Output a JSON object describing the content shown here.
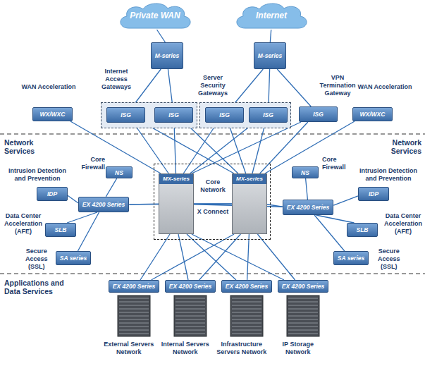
{
  "diagram": {
    "nodes": [
      {
        "text": [
          "Private WAN"
        ]
      },
      {
        "text": [
          "Internet"
        ]
      },
      {
        "text": [
          "M-series"
        ]
      },
      {
        "text": [
          "M-series"
        ]
      },
      {
        "text": [
          "WX/WXC",
          "WAN Acceleration"
        ]
      },
      {
        "text": [
          "Internet Access Gateways"
        ]
      },
      {
        "text": [
          "ISG"
        ],
        "in": 5
      },
      {
        "text": [
          "ISG"
        ],
        "in": 5
      },
      {
        "text": [
          "Server Security Gateways"
        ]
      },
      {
        "text": [
          "ISG"
        ],
        "in": 8
      },
      {
        "text": [
          "ISG"
        ],
        "in": 8
      },
      {
        "text": [
          "ISG",
          "VPN Termination Gateway"
        ]
      },
      {
        "text": [
          "WX/WXC",
          "WAN Acceleration"
        ]
      },
      {
        "text": [
          "NS",
          "Core Firewall"
        ]
      },
      {
        "text": [
          "IDP",
          "Intrusion Detection and Prevention"
        ]
      },
      {
        "text": [
          "EX 4200 Series"
        ]
      },
      {
        "text": [
          "SLB",
          "Data Center Acceleration (AFE)"
        ]
      },
      {
        "text": [
          "SA series",
          "Secure Access (SSL)"
        ]
      },
      {
        "text": [
          "Core Network"
        ]
      },
      {
        "text": [
          "MX-series"
        ],
        "in": 18
      },
      {
        "text": [
          "MX-series"
        ],
        "in": 18
      },
      {
        "text": [
          "NS",
          "Core Firewall"
        ]
      },
      {
        "text": [
          "IDP",
          "Intrusion Detection and Prevention"
        ]
      },
      {
        "text": [
          "EX 4200 Series"
        ]
      },
      {
        "text": [
          "SLB",
          "Data Center Acceleration (AFE)"
        ]
      },
      {
        "text": [
          "SA series",
          "Secure Access (SSL)"
        ]
      },
      {
        "text": [
          "EX 4200 Series",
          "External Servers Network"
        ]
      },
      {
        "text": [
          "EX 4200 Series",
          "Internal Servers Network"
        ]
      },
      {
        "text": [
          "EX 4200 Series",
          "Infrastructure Servers Network"
        ]
      },
      {
        "text": [
          "EX 4200 Series",
          "IP Storage Network"
        ]
      }
    ],
    "edges": [
      {
        "from": 0,
        "to": 2,
        "arrow": "none"
      },
      {
        "from": 1,
        "to": 3,
        "arrow": "none"
      },
      {
        "from": 2,
        "to": 6,
        "arrow": "none"
      },
      {
        "from": 2,
        "to": 7,
        "arrow": "none"
      },
      {
        "from": 3,
        "to": 9,
        "arrow": "none"
      },
      {
        "from": 3,
        "to": 10,
        "arrow": "none"
      },
      {
        "from": 3,
        "to": 11,
        "arrow": "none"
      },
      {
        "from": 6,
        "to": 19,
        "arrow": "none"
      },
      {
        "from": 6,
        "to": 20,
        "arrow": "none"
      },
      {
        "from": 7,
        "to": 19,
        "arrow": "none"
      },
      {
        "from": 7,
        "to": 20,
        "arrow": "none"
      },
      {
        "from": 9,
        "to": 19,
        "arrow": "none"
      },
      {
        "from": 9,
        "to": 20,
        "arrow": "none"
      },
      {
        "from": 10,
        "to": 19,
        "arrow": "none"
      },
      {
        "from": 10,
        "to": 20,
        "arrow": "none"
      },
      {
        "from": 11,
        "to": 19,
        "arrow": "none"
      },
      {
        "from": 11,
        "to": 20,
        "arrow": "none"
      },
      {
        "from": 4,
        "to": 19,
        "arrow": "none"
      },
      {
        "from": 12,
        "to": 20,
        "arrow": "none"
      },
      {
        "from": 13,
        "to": 15,
        "arrow": "none"
      },
      {
        "from": 14,
        "to": 15,
        "arrow": "none"
      },
      {
        "from": 16,
        "to": 15,
        "arrow": "none"
      },
      {
        "from": 17,
        "to": 15,
        "arrow": "none"
      },
      {
        "from": 15,
        "to": 19,
        "arrow": "none"
      },
      {
        "from": 15,
        "to": 20,
        "arrow": "none"
      },
      {
        "from": 21,
        "to": 23,
        "arrow": "none"
      },
      {
        "from": 22,
        "to": 23,
        "arrow": "none"
      },
      {
        "from": 24,
        "to": 23,
        "arrow": "none"
      },
      {
        "from": 25,
        "to": 23,
        "arrow": "none"
      },
      {
        "from": 23,
        "to": 19,
        "arrow": "none"
      },
      {
        "from": 23,
        "to": 20,
        "arrow": "none"
      },
      {
        "from": 19,
        "to": 20,
        "label": "X Connect",
        "arrow": "none"
      },
      {
        "from": 26,
        "to": 19,
        "arrow": "none"
      },
      {
        "from": 26,
        "to": 20,
        "arrow": "none"
      },
      {
        "from": 27,
        "to": 19,
        "arrow": "none"
      },
      {
        "from": 27,
        "to": 20,
        "arrow": "none"
      },
      {
        "from": 28,
        "to": 19,
        "arrow": "none"
      },
      {
        "from": 28,
        "to": 20,
        "arrow": "none"
      },
      {
        "from": 29,
        "to": 19,
        "arrow": "none"
      },
      {
        "from": 29,
        "to": 20,
        "arrow": "none"
      }
    ],
    "labels": [
      "Network Services",
      "Network Services",
      "Applications and Data Services"
    ]
  }
}
